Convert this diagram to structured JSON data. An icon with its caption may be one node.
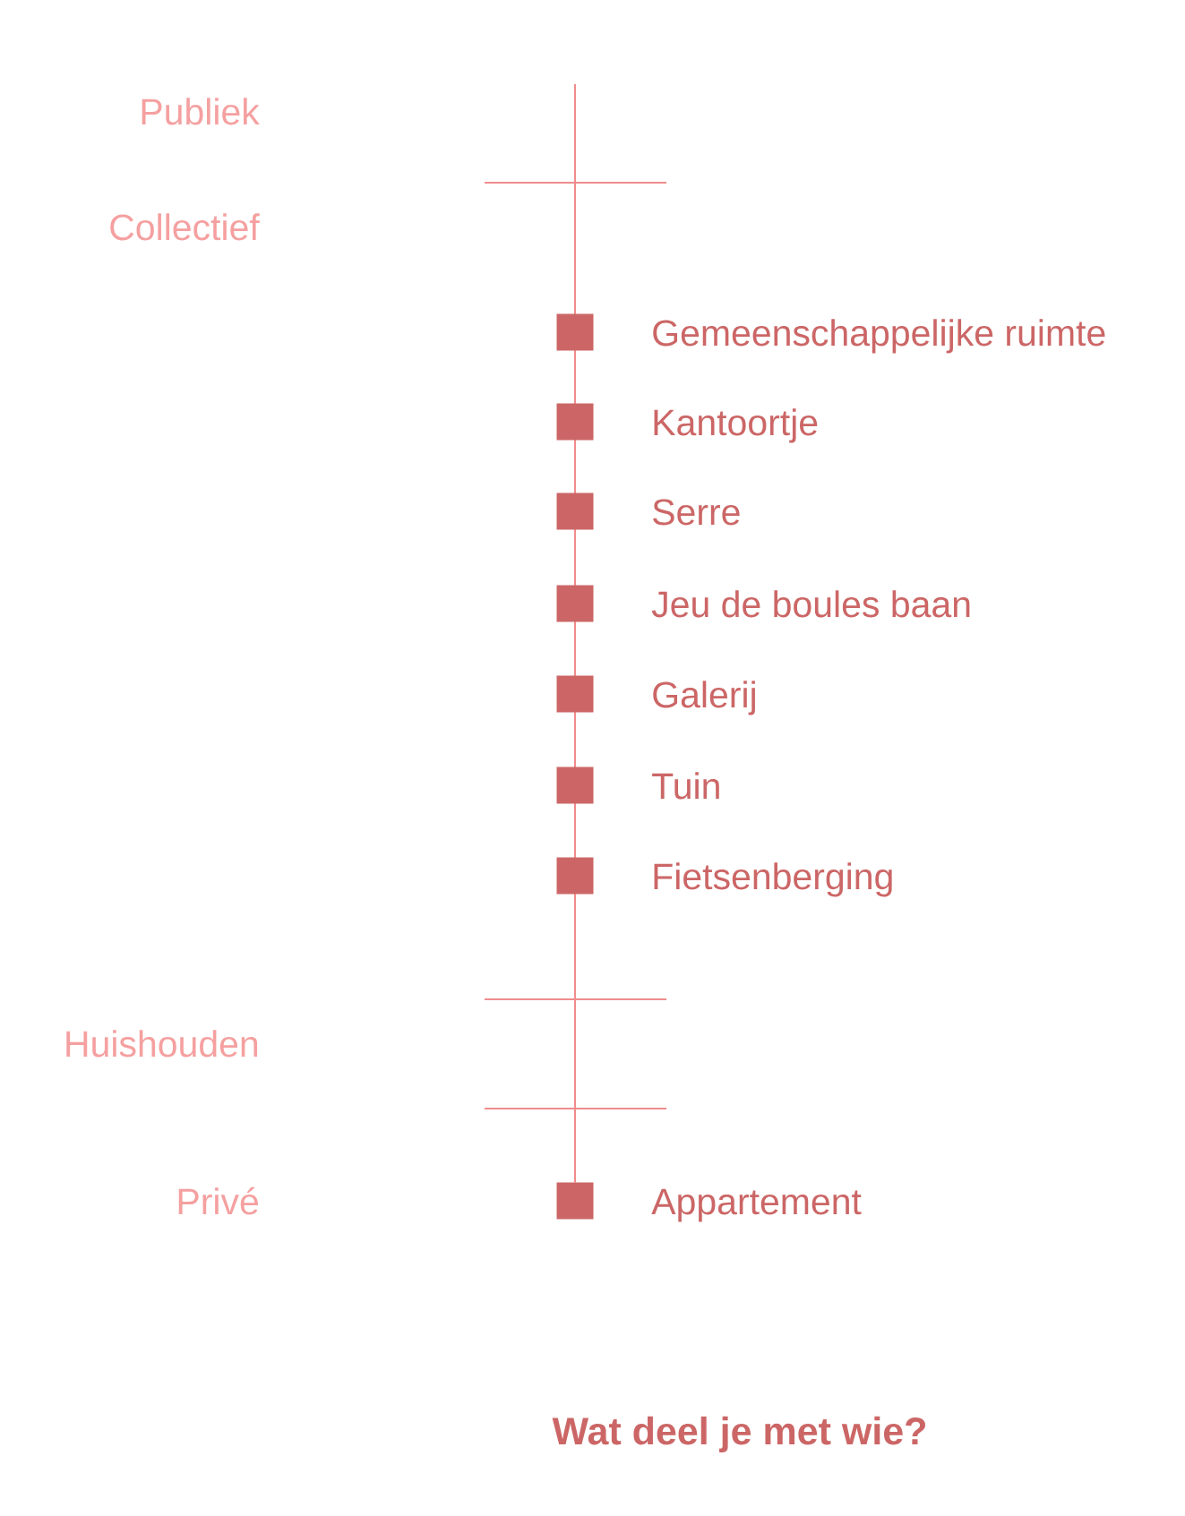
{
  "diagram": {
    "title": "Wat deel je met wie?",
    "nodes": [
      {
        "text": [],
        "shape": "box",
        "beside": [
          "Gemeenschappelijke ruimte"
        ]
      },
      {
        "text": [],
        "shape": "box",
        "beside": [
          "Kantoortje"
        ]
      },
      {
        "text": [],
        "shape": "box",
        "beside": [
          "Serre"
        ]
      },
      {
        "text": [],
        "shape": "box",
        "beside": [
          "Jeu de boules baan"
        ]
      },
      {
        "text": [],
        "shape": "box",
        "beside": [
          "Galerij"
        ]
      },
      {
        "text": [],
        "shape": "box",
        "beside": [
          "Tuin"
        ]
      },
      {
        "text": [],
        "shape": "box",
        "beside": [
          "Fietsenberging"
        ]
      },
      {
        "text": [],
        "shape": "box",
        "beside": [
          "Appartement"
        ]
      }
    ],
    "labels": [
      "Publiek",
      "Collectief",
      "Huishouden",
      "Privé"
    ]
  }
}
